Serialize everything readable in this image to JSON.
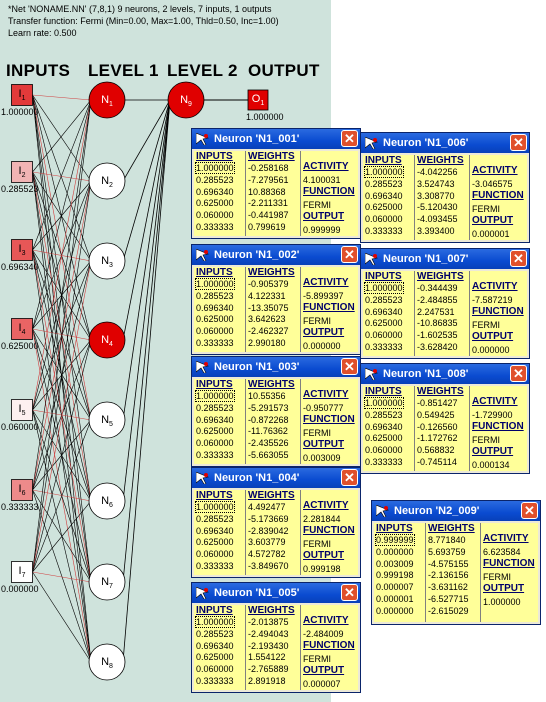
{
  "network": {
    "header_lines": [
      "*Net 'NONAME.NN' (7,8,1) 9 neurons, 2 levels, 7 inputs, 1 outputs",
      "Transfer function: Fermi (Min=0.00, Max=1.00, Thld=0.50, Inc=1.00)",
      "Learn rate: 0.500"
    ],
    "level_headers": [
      "INPUTS",
      "LEVEL 1",
      "LEVEL 2",
      "OUTPUT"
    ],
    "inputs": [
      {
        "sym": "I",
        "sub": "1",
        "value": "1.000000",
        "fill": "#e23a3a"
      },
      {
        "sym": "I",
        "sub": "2",
        "value": "0.285523",
        "fill": "#f1b4b4"
      },
      {
        "sym": "I",
        "sub": "3",
        "value": "0.696340",
        "fill": "#e75757"
      },
      {
        "sym": "I",
        "sub": "4",
        "value": "0.625000",
        "fill": "#ea6464"
      },
      {
        "sym": "I",
        "sub": "5",
        "value": "0.060000",
        "fill": "#fdf0f0"
      },
      {
        "sym": "I",
        "sub": "6",
        "value": "0.333333",
        "fill": "#ed8a8a"
      },
      {
        "sym": "I",
        "sub": "7",
        "value": "0.000000",
        "fill": "#ffffff"
      }
    ],
    "level1": [
      {
        "sym": "N",
        "sub": "1",
        "fill": "#e00000"
      },
      {
        "sym": "N",
        "sub": "2",
        "fill": "#ffffff"
      },
      {
        "sym": "N",
        "sub": "3",
        "fill": "#ffffff"
      },
      {
        "sym": "N",
        "sub": "4",
        "fill": "#e00000"
      },
      {
        "sym": "N",
        "sub": "5",
        "fill": "#ffffff"
      },
      {
        "sym": "N",
        "sub": "6",
        "fill": "#ffffff"
      },
      {
        "sym": "N",
        "sub": "7",
        "fill": "#ffffff"
      },
      {
        "sym": "N",
        "sub": "8",
        "fill": "#ffffff"
      }
    ],
    "level2": {
      "sym": "N",
      "sub": "9",
      "fill": "#e00000"
    },
    "output": {
      "sym": "O",
      "sub": "1",
      "value": "1.000000",
      "fill": "#e00000"
    },
    "colors": {
      "panel_bg": "#cfe3dc",
      "active": "#e00000",
      "link_positive": "#000000",
      "link_negative": "#d04040"
    }
  },
  "windows": [
    {
      "title": "Neuron 'N1_001'",
      "inputs_label": "INPUTS",
      "weights_label": "WEIGHTS",
      "inputs": [
        "1.000000",
        "0.285523",
        "0.696340",
        "0.625000",
        "0.060000",
        "0.333333"
      ],
      "weights": [
        "-0.258168",
        "-7.279561",
        "10.88368",
        "-2.211331",
        "-0.441987",
        "0.799619"
      ],
      "activity_label": "ACTIVITY",
      "activity": "4.100031",
      "function_label": "FUNCTION",
      "function": "FERMI",
      "output_label": "OUTPUT",
      "output": "0.999999"
    },
    {
      "title": "Neuron 'N1_006'",
      "inputs_label": "INPUTS",
      "weights_label": "WEIGHTS",
      "inputs": [
        "1.000000",
        "0.285523",
        "0.696340",
        "0.625000",
        "0.060000",
        "0.333333"
      ],
      "weights": [
        "-4.042256",
        "3.524743",
        "3.308770",
        "-5.120430",
        "-4.093455",
        "3.393400"
      ],
      "activity_label": "ACTIVITY",
      "activity": "-3.046575",
      "function_label": "FUNCTION",
      "function": "FERMI",
      "output_label": "OUTPUT",
      "output": "0.000001"
    },
    {
      "title": "Neuron 'N1_002'",
      "inputs_label": "INPUTS",
      "weights_label": "WEIGHTS",
      "inputs": [
        "1.000000",
        "0.285523",
        "0.696340",
        "0.625000",
        "0.060000",
        "0.333333"
      ],
      "weights": [
        "-0.905379",
        "4.122331",
        "-13.35075",
        "3.642623",
        "-2.462327",
        "2.990180"
      ],
      "activity_label": "ACTIVITY",
      "activity": "-5.899397",
      "function_label": "FUNCTION",
      "function": "FERMI",
      "output_label": "OUTPUT",
      "output": "0.000000"
    },
    {
      "title": "Neuron 'N1_007'",
      "inputs_label": "INPUTS",
      "weights_label": "WEIGHTS",
      "inputs": [
        "1.000000",
        "0.285523",
        "0.696340",
        "0.625000",
        "0.060000",
        "0.333333"
      ],
      "weights": [
        "-0.344439",
        "-2.484855",
        "2.247531",
        "-10.86835",
        "-1.602535",
        "-3.628420"
      ],
      "activity_label": "ACTIVITY",
      "activity": "-7.587219",
      "function_label": "FUNCTION",
      "function": "FERMI",
      "output_label": "OUTPUT",
      "output": "0.000000"
    },
    {
      "title": "Neuron 'N1_003'",
      "inputs_label": "INPUTS",
      "weights_label": "WEIGHTS",
      "inputs": [
        "1.000000",
        "0.285523",
        "0.696340",
        "0.625000",
        "0.060000",
        "0.333333"
      ],
      "weights": [
        "10.55356",
        "-5.291573",
        "-0.872268",
        "-11.76362",
        "-2.435526",
        "-5.663055"
      ],
      "activity_label": "ACTIVITY",
      "activity": "-0.950777",
      "function_label": "FUNCTION",
      "function": "FERMI",
      "output_label": "OUTPUT",
      "output": "0.003009"
    },
    {
      "title": "Neuron 'N1_008'",
      "inputs_label": "INPUTS",
      "weights_label": "WEIGHTS",
      "inputs": [
        "1.000000",
        "0.285523",
        "0.696340",
        "0.625000",
        "0.060000",
        "0.333333"
      ],
      "weights": [
        "-0.851427",
        "0.549425",
        "-0.126560",
        "-1.172762",
        "0.568832",
        "-0.745114"
      ],
      "activity_label": "ACTIVITY",
      "activity": "-1.729900",
      "function_label": "FUNCTION",
      "function": "FERMI",
      "output_label": "OUTPUT",
      "output": "0.000134"
    },
    {
      "title": "Neuron 'N1_004'",
      "inputs_label": "INPUTS",
      "weights_label": "WEIGHTS",
      "inputs": [
        "1.000000",
        "0.285523",
        "0.696340",
        "0.625000",
        "0.060000",
        "0.333333"
      ],
      "weights": [
        "4.492477",
        "-5.173669",
        "-2.839042",
        "3.603779",
        "4.572782",
        "-3.849670"
      ],
      "activity_label": "ACTIVITY",
      "activity": "2.281844",
      "function_label": "FUNCTION",
      "function": "FERMI",
      "output_label": "OUTPUT",
      "output": "0.999198"
    },
    {
      "title": "Neuron 'N2_009'",
      "inputs_label": "INPUTS",
      "weights_label": "WEIGHTS",
      "inputs": [
        "0.999999",
        "0.000000",
        "0.003009",
        "0.999198",
        "0.000007",
        "0.000001",
        "0.000000"
      ],
      "weights": [
        "8.771840",
        "5.693759",
        "-4.575155",
        "-2.136156",
        "-3.631162",
        "-6.527715",
        "-2.615029"
      ],
      "activity_label": "ACTIVITY",
      "activity": "6.623584",
      "function_label": "FUNCTION",
      "function": "FERMI",
      "output_label": "OUTPUT",
      "output": "1.000000"
    },
    {
      "title": "Neuron 'N1_005'",
      "inputs_label": "INPUTS",
      "weights_label": "WEIGHTS",
      "inputs": [
        "1.000000",
        "0.285523",
        "0.696340",
        "0.625000",
        "0.060000",
        "0.333333"
      ],
      "weights": [
        "-2.013875",
        "-2.494043",
        "-2.193430",
        "1.554122",
        "-2.765889",
        "2.891918"
      ],
      "activity_label": "ACTIVITY",
      "activity": "-2.484009",
      "function_label": "FUNCTION",
      "function": "FERMI",
      "output_label": "OUTPUT",
      "output": "0.000007"
    }
  ],
  "ui": {
    "close_glyph": "✕",
    "titlebar_color": "#0a4bd0",
    "window_bg": "#ffff99"
  }
}
